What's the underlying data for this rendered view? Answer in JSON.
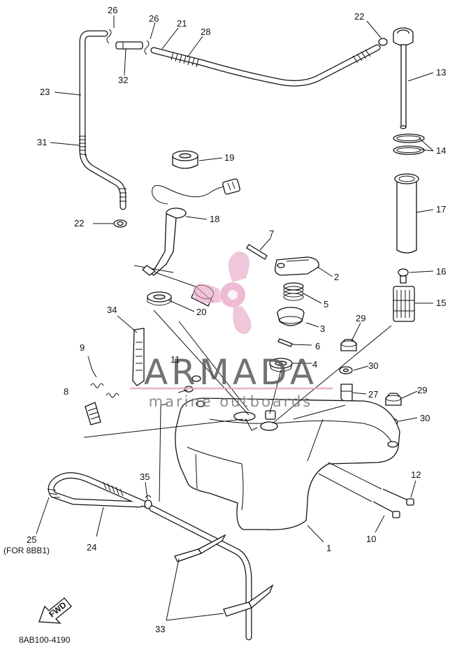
{
  "diagram": {
    "labels": [
      {
        "id": "1",
        "text": "1"
      },
      {
        "id": "2",
        "text": "2"
      },
      {
        "id": "3",
        "text": "3"
      },
      {
        "id": "4",
        "text": "4"
      },
      {
        "id": "5",
        "text": "5"
      },
      {
        "id": "6",
        "text": "6"
      },
      {
        "id": "7",
        "text": "7"
      },
      {
        "id": "8",
        "text": "8"
      },
      {
        "id": "9",
        "text": "9"
      },
      {
        "id": "10",
        "text": "10"
      },
      {
        "id": "11",
        "text": "11"
      },
      {
        "id": "12",
        "text": "12"
      },
      {
        "id": "13",
        "text": "13"
      },
      {
        "id": "14",
        "text": "14"
      },
      {
        "id": "15",
        "text": "15"
      },
      {
        "id": "16",
        "text": "16"
      },
      {
        "id": "17",
        "text": "17"
      },
      {
        "id": "18",
        "text": "18"
      },
      {
        "id": "19",
        "text": "19"
      },
      {
        "id": "20",
        "text": "20"
      },
      {
        "id": "21",
        "text": "21"
      },
      {
        "id": "22a",
        "text": "22"
      },
      {
        "id": "22b",
        "text": "22"
      },
      {
        "id": "23",
        "text": "23"
      },
      {
        "id": "24",
        "text": "24"
      },
      {
        "id": "25",
        "text": "25"
      },
      {
        "id": "26a",
        "text": "26"
      },
      {
        "id": "26b",
        "text": "26"
      },
      {
        "id": "27",
        "text": "27"
      },
      {
        "id": "28",
        "text": "28"
      },
      {
        "id": "29a",
        "text": "29"
      },
      {
        "id": "29b",
        "text": "29"
      },
      {
        "id": "30a",
        "text": "30"
      },
      {
        "id": "30b",
        "text": "30"
      },
      {
        "id": "31",
        "text": "31"
      },
      {
        "id": "32",
        "text": "32"
      },
      {
        "id": "33",
        "text": "33"
      },
      {
        "id": "34",
        "text": "34"
      },
      {
        "id": "35",
        "text": "35"
      }
    ],
    "note": "(FOR 8BB1)",
    "direction_arrow": "FWD",
    "drawing_code": "8AB100-4190"
  },
  "watermark": {
    "brand": "ARMADA",
    "tagline": "marine outboards",
    "logo_color": "#e8a6c6",
    "line_color": "#e6a3c4"
  },
  "icons": {
    "logo": "propeller-logo-icon",
    "arrow": "fwd-arrow-icon"
  }
}
